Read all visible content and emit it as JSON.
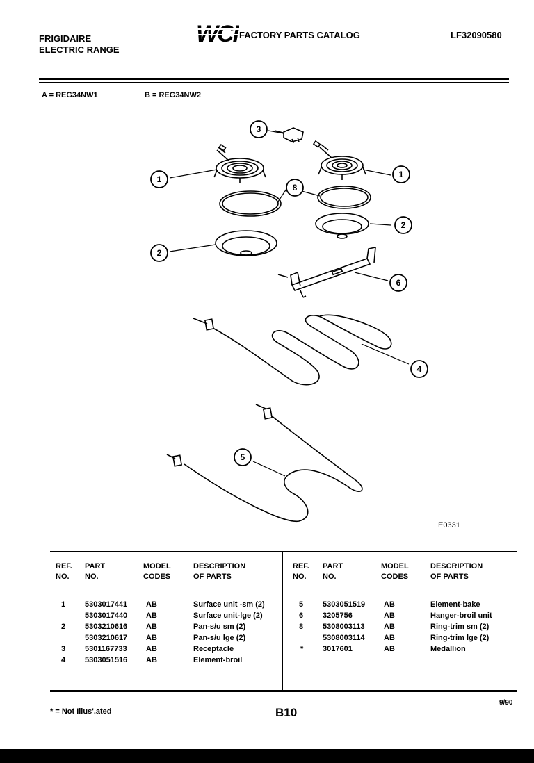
{
  "header": {
    "brand_line1": "FRIGIDAIRE",
    "brand_line2": "ELECTRIC RANGE",
    "logo_text": "WCI",
    "catalog_title": "FACTORY PARTS CATALOG",
    "catalog_number": "LF32090580"
  },
  "models": {
    "a": "A = REG34NW1",
    "b": "B = REG34NW2"
  },
  "diagram": {
    "code": "E0331",
    "callouts": [
      "1",
      "1",
      "2",
      "2",
      "3",
      "4",
      "5",
      "6",
      "8"
    ]
  },
  "table": {
    "headers": {
      "ref": "REF.\nNO.",
      "part": "PART\nNO.",
      "model": "MODEL\nCODES",
      "desc": "DESCRIPTION\nOF PARTS"
    },
    "left_rows": [
      {
        "ref": "1",
        "part": "5303017441",
        "model": "AB",
        "desc": "Surface unit -sm (2)"
      },
      {
        "ref": "",
        "part": "5303017440",
        "model": "AB",
        "desc": "Surface unit-lge (2)"
      },
      {
        "ref": "2",
        "part": "5303210616",
        "model": "AB",
        "desc": "Pan-s/u sm (2)"
      },
      {
        "ref": "",
        "part": "5303210617",
        "model": "AB",
        "desc": "Pan-s/u lge (2)"
      },
      {
        "ref": "3",
        "part": "5301167733",
        "model": "AB",
        "desc": "Receptacle"
      },
      {
        "ref": "4",
        "part": "5303051516",
        "model": "AB",
        "desc": "Element-broil"
      }
    ],
    "right_rows": [
      {
        "ref": "5",
        "part": "5303051519",
        "model": "AB",
        "desc": "Element-bake"
      },
      {
        "ref": "6",
        "part": "3205756",
        "model": "AB",
        "desc": "Hanger-broil unit"
      },
      {
        "ref": "8",
        "part": "5308003113",
        "model": "AB",
        "desc": "Ring-trim sm (2)"
      },
      {
        "ref": "",
        "part": "5308003114",
        "model": "AB",
        "desc": "Ring-trim lge (2)"
      },
      {
        "ref": "*",
        "part": "3017601",
        "model": "AB",
        "desc": "Medallion"
      }
    ]
  },
  "footer": {
    "note": "* = Not Illus'.ated",
    "page": "B10",
    "date": "9/90"
  }
}
